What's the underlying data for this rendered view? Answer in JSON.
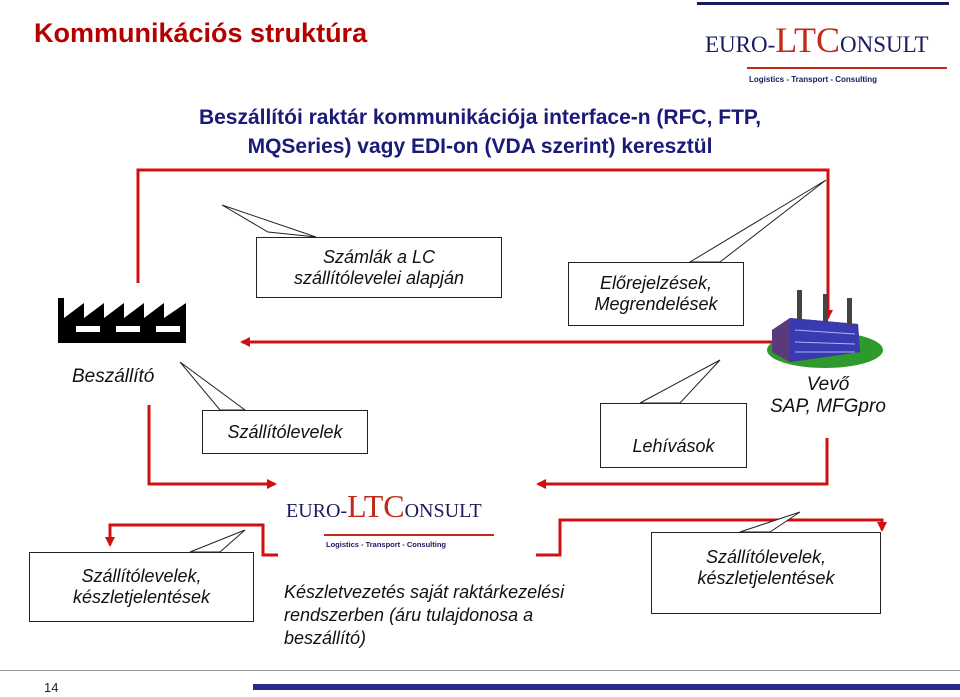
{
  "title": "Kommunikációs struktúra",
  "heading_lines": [
    "Beszállítói raktár kommunikációja interface-n (RFC, FTP,",
    "MQSeries) vagy EDI-on (VDA szerint) keresztül"
  ],
  "logo": {
    "prefix": "EURO-",
    "ltc": "LTC",
    "suffix": "ONSULT",
    "tagline": "Logistics  -  Transport  -  Consulting"
  },
  "callouts": {
    "szamlak": [
      "Számlák a LC",
      "szállítólevelei alapján"
    ],
    "elorejelzesek": [
      "Előrejelzések,",
      "Megrendelések"
    ],
    "szallitolevelek": "Szállítólevelek",
    "lehivasok": "Lehívások",
    "left_bottom": [
      "Szállítólevelek,",
      "készletjelentések"
    ],
    "right_bottom": [
      "Szállítólevelek,",
      "készletjelentések"
    ]
  },
  "supplier_label": "Beszállító",
  "customer_label": [
    "Vevő",
    "SAP, MFGpro"
  ],
  "center_text": [
    "Készletvezetés saját raktárkezelési",
    "rendszerben (áru tulajdonosa a",
    "beszállító)"
  ],
  "page_number": "14",
  "colors": {
    "title": "#b50000",
    "heading": "#1a1a78",
    "arrow": "#d01010",
    "bar": "#2a2a8a"
  }
}
